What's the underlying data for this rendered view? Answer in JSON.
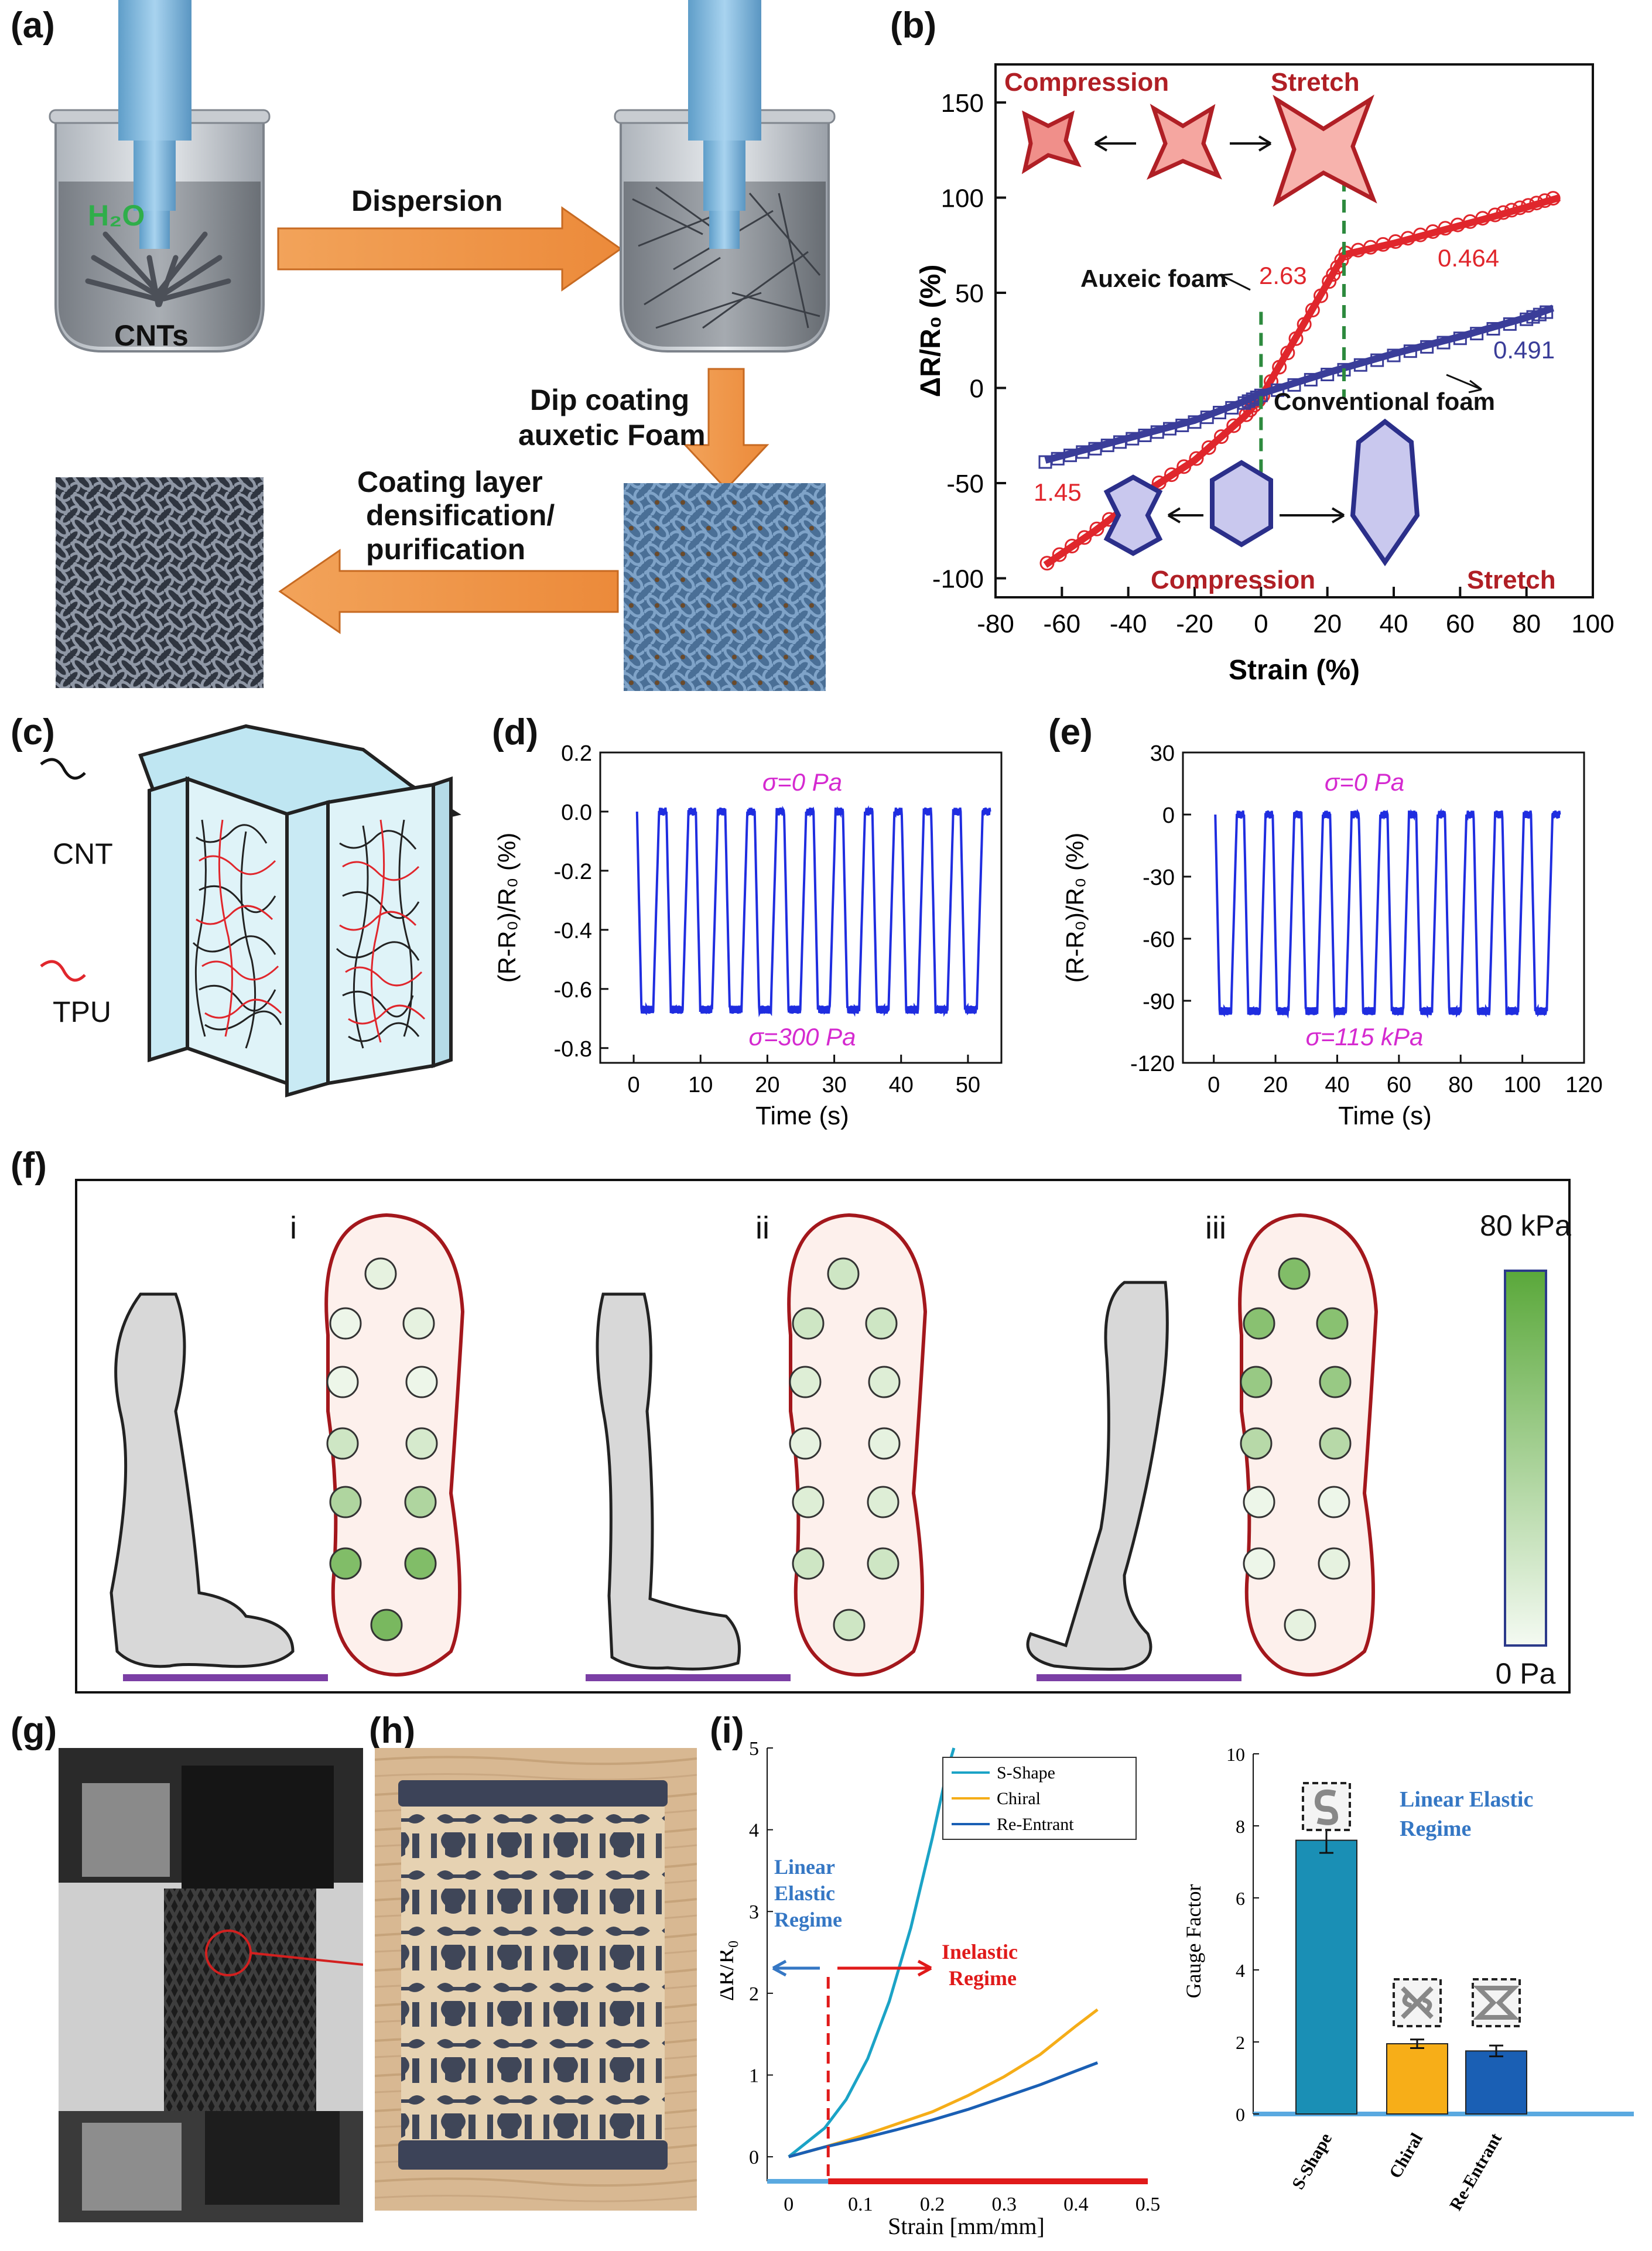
{
  "panel_labels": {
    "a": "(a)",
    "b": "(b)",
    "c": "(c)",
    "d": "(d)",
    "e": "(e)",
    "f": "(f)",
    "g": "(g)",
    "h": "(h)",
    "i": "(i)"
  },
  "panel_a": {
    "h2o": "H₂O",
    "cnts": "CNTs",
    "step1": "Dispersion",
    "step2_line1": "Dip coating",
    "step2_line2": "auxetic Foam",
    "step3_line1": "Coating layer",
    "step3_line2": "densification/",
    "step3_line3": "purification"
  },
  "panel_b": {
    "ylabel": "ΔR/R₀ (%)",
    "xlabel": "Strain (%)",
    "yticks": [
      "150",
      "100",
      "50",
      "0",
      "-50",
      "-100"
    ],
    "xticks": [
      "-80",
      "-60",
      "-40",
      "-20",
      "0",
      "20",
      "40",
      "60",
      "80",
      "100"
    ],
    "label_compression_top": "Compression",
    "label_stretch_top": "Stretch",
    "label_auxetic": "Auxeic foam",
    "label_conventional": "Conventional foam",
    "label_compression_bottom": "Compression",
    "label_stretch_bottom": "Stretch",
    "val_263": "2.63",
    "val_0464": "0.464",
    "val_0491": "0.491",
    "val_145": "1.45",
    "colors": {
      "auxetic": "#e0262c",
      "conventional": "#3a3d99"
    }
  },
  "panel_c": {
    "cnt": "CNT",
    "tpu": "TPU"
  },
  "panel_d": {
    "ylabel": "(R-R₀)/R₀ (%)",
    "xlabel": "Time (s)",
    "yticks": [
      "0.2",
      "0.0",
      "-0.2",
      "-0.4",
      "-0.6",
      "-0.8"
    ],
    "xticks": [
      "0",
      "10",
      "20",
      "30",
      "40",
      "50"
    ],
    "top_label": "σ=0  Pa",
    "bottom_label": "σ=300  Pa"
  },
  "panel_e": {
    "ylabel": "(R-R₀)/R₀ (%)",
    "xlabel": "Time (s)",
    "yticks": [
      "30",
      "0",
      "-30",
      "-60",
      "-90",
      "-120"
    ],
    "xticks": [
      "0",
      "20",
      "40",
      "60",
      "80",
      "100",
      "120"
    ],
    "top_label": "σ=0  Pa",
    "bottom_label": "σ=115  kPa"
  },
  "panel_f": {
    "phase_i": "i",
    "phase_ii": "ii",
    "phase_iii": "iii",
    "scale_max": "80 kPa",
    "scale_min": "0 Pa"
  },
  "panel_i_left": {
    "ylabel": "ΔR/R₀",
    "xlabel": "Strain [mm/mm]",
    "yticks": [
      "5",
      "4",
      "3",
      "2",
      "1",
      "0"
    ],
    "xticks": [
      "0",
      "0.1",
      "0.2",
      "0.3",
      "0.4",
      "0.5"
    ],
    "legend": [
      "S-Shape",
      "Chiral",
      "Re-Entrant"
    ],
    "linear_line1": "Linear",
    "linear_line2": "Elastic",
    "linear_line3": "Regime",
    "inelastic_line1": "Inelastic",
    "inelastic_line2": "Regime"
  },
  "panel_i_right": {
    "ylabel": "Gauge Factor",
    "yticks": [
      "10",
      "8",
      "6",
      "4",
      "2",
      "0"
    ],
    "categories": [
      "S-Shape",
      "Chiral",
      "Re-Entrant"
    ],
    "label_line1": "Linear Elastic",
    "label_line2": "Regime"
  },
  "chart_data": [
    {
      "type": "scatter",
      "panel": "b",
      "xlabel": "Strain (%)",
      "ylabel": "ΔR/R₀ (%)",
      "xlim": [
        -80,
        100
      ],
      "ylim": [
        -110,
        170
      ],
      "series": [
        {
          "name": "Auxeic foam",
          "color": "#e0262c",
          "x": [
            -65,
            -50,
            -35,
            -20,
            -5,
            0,
            10,
            20,
            25,
            40,
            55,
            70,
            80,
            90
          ],
          "y": [
            -93,
            -75,
            -55,
            -38,
            -15,
            -5,
            25,
            55,
            70,
            76,
            83,
            90,
            95,
            100
          ]
        },
        {
          "name": "Conventional foam",
          "color": "#3a3d99",
          "x": [
            -65,
            -50,
            -35,
            -20,
            -5,
            0,
            20,
            40,
            60,
            80,
            88
          ],
          "y": [
            -38,
            -31,
            -24,
            -17,
            -7,
            -3,
            8,
            18,
            27,
            37,
            42
          ]
        }
      ],
      "annotations": [
        "2.63",
        "0.464",
        "0.491",
        "1.45"
      ]
    },
    {
      "type": "line",
      "panel": "d",
      "xlabel": "Time (s)",
      "ylabel": "(R-R₀)/R₀ (%)",
      "xlim": [
        -5,
        55
      ],
      "ylim": [
        -0.85,
        0.2
      ],
      "cycles": 12,
      "period_s": 4.4,
      "max": 0.0,
      "min": -0.67
    },
    {
      "type": "line",
      "panel": "e",
      "xlabel": "Time (s)",
      "ylabel": "(R-R₀)/R₀ (%)",
      "xlim": [
        -10,
        120
      ],
      "ylim": [
        -120,
        30
      ],
      "cycles": 12,
      "period_s": 9.3,
      "max": 0,
      "min": -95
    },
    {
      "type": "line",
      "panel": "i-left",
      "xlabel": "Strain [mm/mm]",
      "ylabel": "ΔR/R₀",
      "xlim": [
        -0.03,
        0.5
      ],
      "ylim": [
        -0.3,
        5
      ],
      "series": [
        {
          "name": "S-Shape",
          "color": "#1ba3c6",
          "x": [
            0,
            0.05,
            0.08,
            0.11,
            0.14,
            0.17,
            0.2,
            0.22,
            0.23
          ],
          "y": [
            0,
            0.35,
            0.7,
            1.2,
            1.9,
            2.8,
            3.9,
            4.7,
            5.0
          ]
        },
        {
          "name": "Chiral",
          "color": "#f5ad18",
          "x": [
            0,
            0.05,
            0.1,
            0.15,
            0.2,
            0.25,
            0.3,
            0.35,
            0.4,
            0.43
          ],
          "y": [
            0,
            0.12,
            0.25,
            0.4,
            0.55,
            0.75,
            0.98,
            1.25,
            1.6,
            1.8
          ]
        },
        {
          "name": "Re-Entrant",
          "color": "#1a5fb4",
          "x": [
            0,
            0.05,
            0.1,
            0.15,
            0.2,
            0.25,
            0.3,
            0.35,
            0.4,
            0.43
          ],
          "y": [
            0,
            0.12,
            0.22,
            0.33,
            0.45,
            0.58,
            0.73,
            0.88,
            1.05,
            1.15
          ]
        }
      ]
    },
    {
      "type": "bar",
      "panel": "i-right",
      "ylabel": "Gauge Factor",
      "ylim": [
        0,
        10
      ],
      "categories": [
        "S-Shape",
        "Chiral",
        "Re-Entrant"
      ],
      "values": [
        7.6,
        1.95,
        1.75
      ],
      "errors": [
        0.35,
        0.12,
        0.15
      ],
      "colors": [
        "#1a8fb5",
        "#f7ae18",
        "#1a5fb4"
      ]
    }
  ]
}
